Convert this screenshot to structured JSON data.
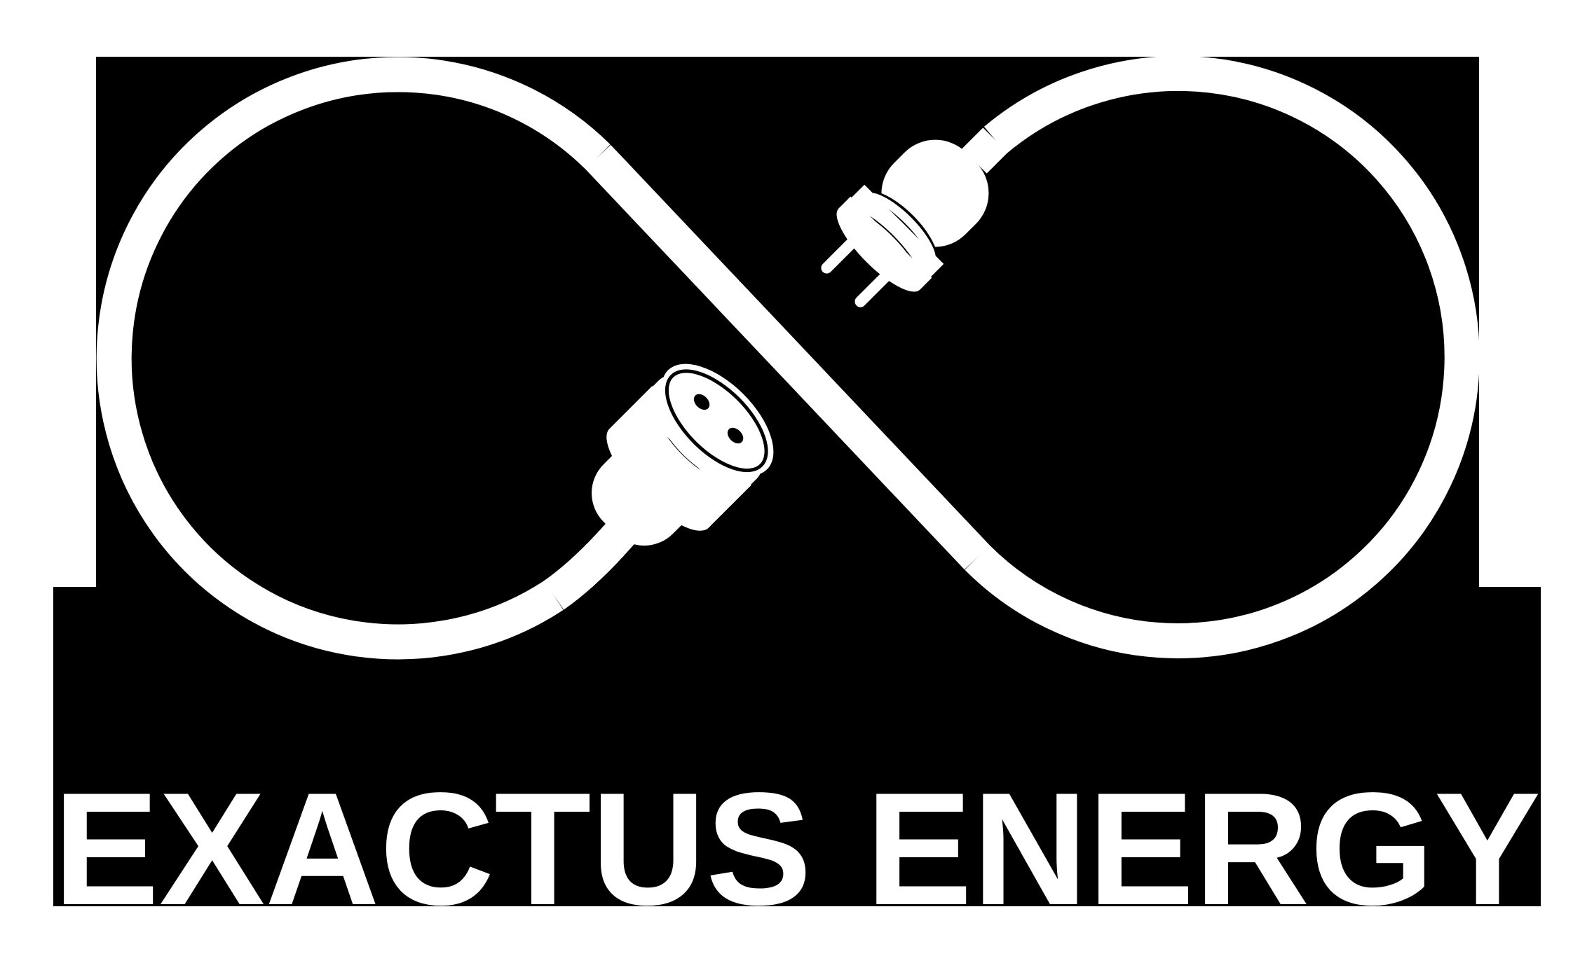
{
  "logo": {
    "brand_name": "EXACTUS ENERGY",
    "words": [
      "EXACTUS",
      "ENERGY"
    ],
    "symbol": "infinity-loop power cord with plug and socket",
    "colors": {
      "background": "#ffffff",
      "shape": "#000000",
      "knockout": "#ffffff"
    }
  }
}
